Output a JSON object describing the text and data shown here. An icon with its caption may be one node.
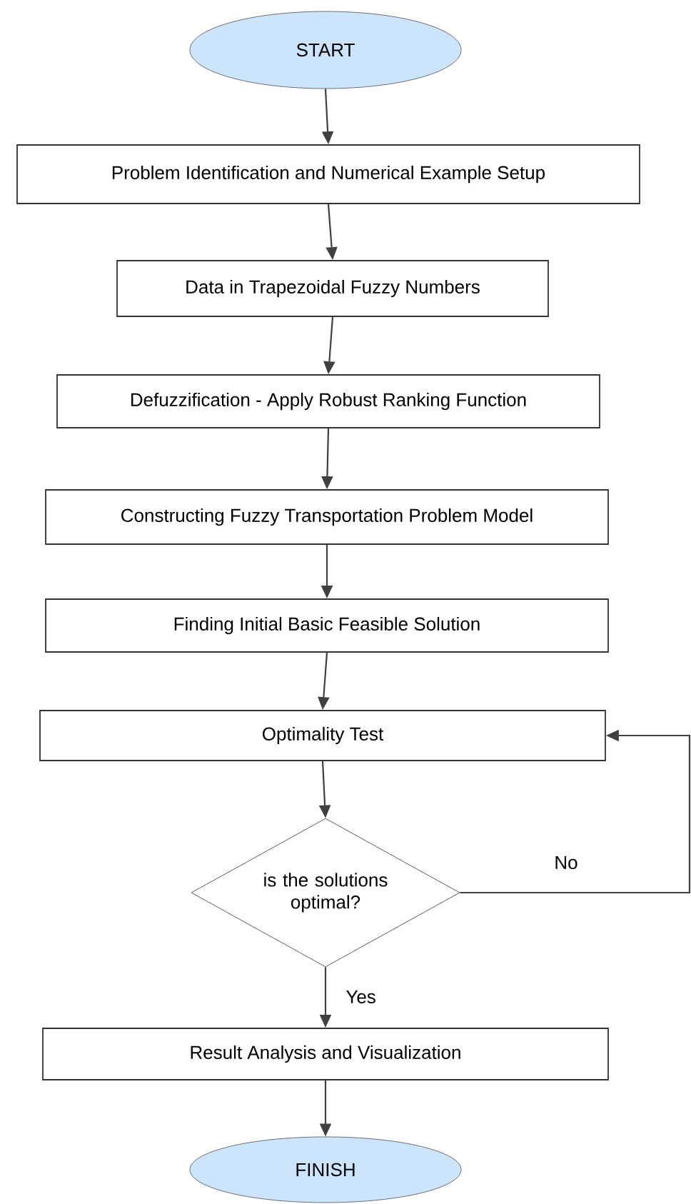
{
  "diagram": {
    "nodes": [
      {
        "text": [
          "START"
        ]
      },
      {
        "text": [
          "Problem Identification and Numerical Example Setup"
        ]
      },
      {
        "text": [
          "Data in Trapezoidal Fuzzy Numbers"
        ]
      },
      {
        "text": [
          "Defuzzification - Apply Robust Ranking Function"
        ]
      },
      {
        "text": [
          "Constructing Fuzzy Transportation Problem Model"
        ]
      },
      {
        "text": [
          "Finding Initial Basic Feasible Solution"
        ]
      },
      {
        "text": [
          "Optimality Test"
        ]
      },
      {
        "text": [
          "is the solutions optimal?"
        ]
      },
      {
        "text": [
          "Result Analysis and Visualization"
        ]
      },
      {
        "text": [
          "FINISH"
        ]
      }
    ],
    "edges": [
      {
        "from": 0,
        "to": 1,
        "arrow": "to"
      },
      {
        "from": 1,
        "to": 2,
        "arrow": "to"
      },
      {
        "from": 2,
        "to": 3,
        "arrow": "to"
      },
      {
        "from": 3,
        "to": 4,
        "arrow": "to"
      },
      {
        "from": 4,
        "to": 5,
        "arrow": "to"
      },
      {
        "from": 5,
        "to": 6,
        "arrow": "to"
      },
      {
        "from": 6,
        "to": 7,
        "arrow": "to"
      },
      {
        "from": 7,
        "to": 8,
        "label": "Yes",
        "arrow": "to"
      },
      {
        "from": 7,
        "to": 6,
        "label": "No",
        "arrow": "to"
      },
      {
        "from": 8,
        "to": 9,
        "arrow": "to"
      }
    ]
  }
}
